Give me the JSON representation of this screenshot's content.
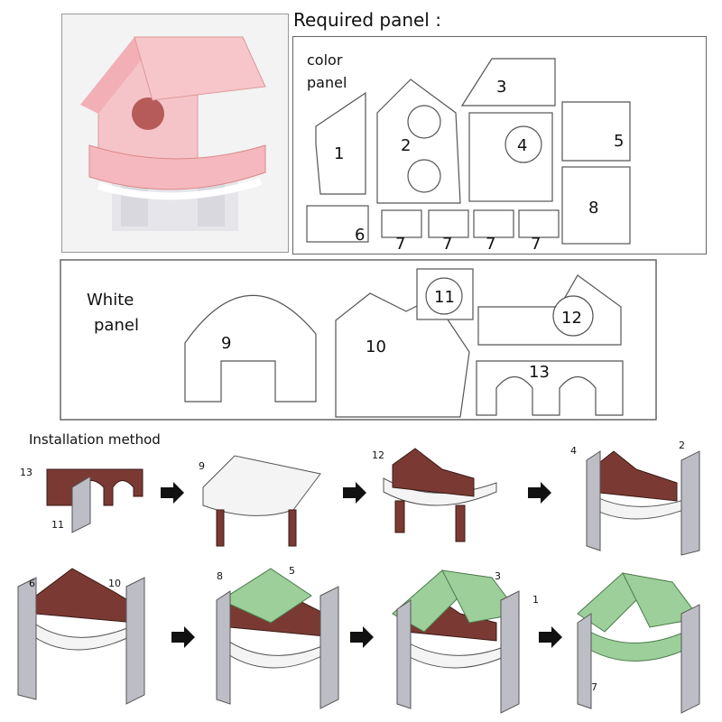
{
  "title": "Required panel :",
  "color_panel_label": [
    "color",
    "panel"
  ],
  "white_panel_label": [
    "White",
    "panel"
  ],
  "installation_title": "Installation method",
  "color_parts": [
    "1",
    "2",
    "3",
    "4",
    "5",
    "6",
    "7",
    "7",
    "7",
    "7",
    "8"
  ],
  "white_parts": [
    "9",
    "10",
    "11",
    "12",
    "13"
  ],
  "steps": [
    {
      "callouts": [
        "13",
        "11"
      ]
    },
    {
      "callouts": [
        "9"
      ]
    },
    {
      "callouts": [
        "12"
      ]
    },
    {
      "callouts": [
        "4",
        "2"
      ]
    },
    {
      "callouts": [
        "6",
        "10"
      ]
    },
    {
      "callouts": [
        "8",
        "5"
      ]
    },
    {
      "callouts": [
        "3",
        "1"
      ]
    },
    {
      "callouts": [
        "7"
      ]
    }
  ],
  "colors": {
    "pink": "#f2b8bd",
    "brown": "#7a3a33",
    "green": "#9ccf9a",
    "grey": "#bdbdc6"
  }
}
